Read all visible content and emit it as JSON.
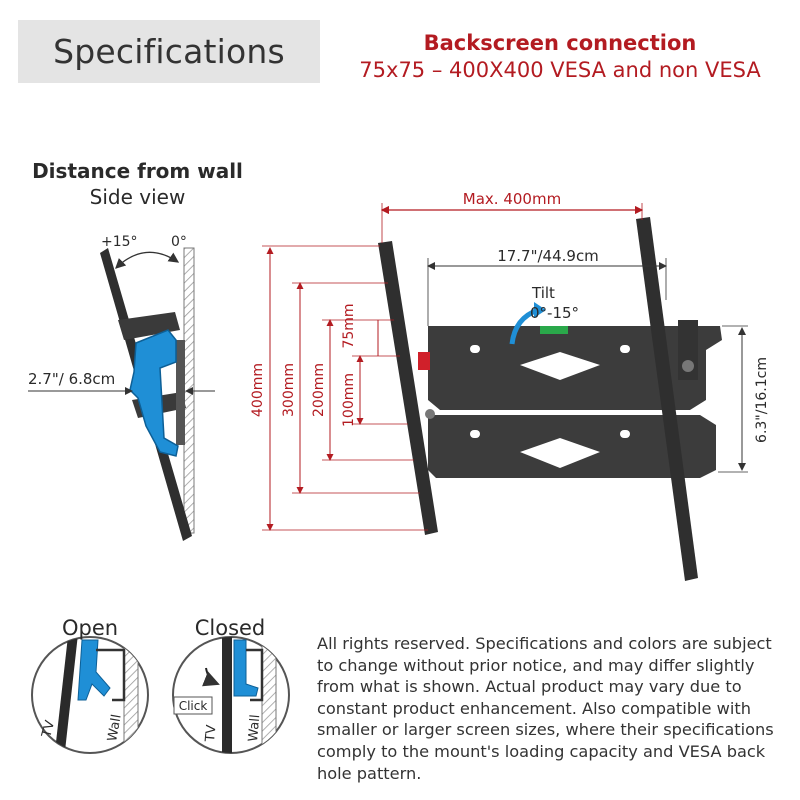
{
  "header": {
    "specifications": "Specifications",
    "backscreen_title": "Backscreen connection",
    "backscreen_subtitle": "75x75 – 400X400 VESA and non VESA"
  },
  "side_view": {
    "title": "Distance from wall",
    "subtitle": "Side view",
    "angle_tilt": "+15°",
    "angle_zero": "0°",
    "distance": "2.7\"/ 6.8cm"
  },
  "front_view": {
    "max_width": "Max. 400mm",
    "width": "17.7\"/44.9cm",
    "tilt_label": "Tilt",
    "tilt_range": "0°-15°",
    "height": "6.3\"/16.1cm",
    "vesa_heights": [
      "400mm",
      "300mm",
      "200mm",
      "100mm",
      "75mm"
    ]
  },
  "lock_detail": {
    "open": "Open",
    "closed": "Closed",
    "tv": "TV",
    "wall": "Wall",
    "click": "Click"
  },
  "disclaimer": "All rights reserved. Specifications and colors are subject to change without prior notice, and may differ slightly from what is shown. Actual product may vary due to constant product enhancement. Also compatible with smaller or larger screen sizes, where their specifications comply to the mount's loading capacity and VESA back hole pattern.",
  "colors": {
    "accent_red": "#b31b21",
    "bracket_blue": "#1f8fd6",
    "metal_dark": "#3a3a3a",
    "header_gray": "#e4e4e4"
  }
}
